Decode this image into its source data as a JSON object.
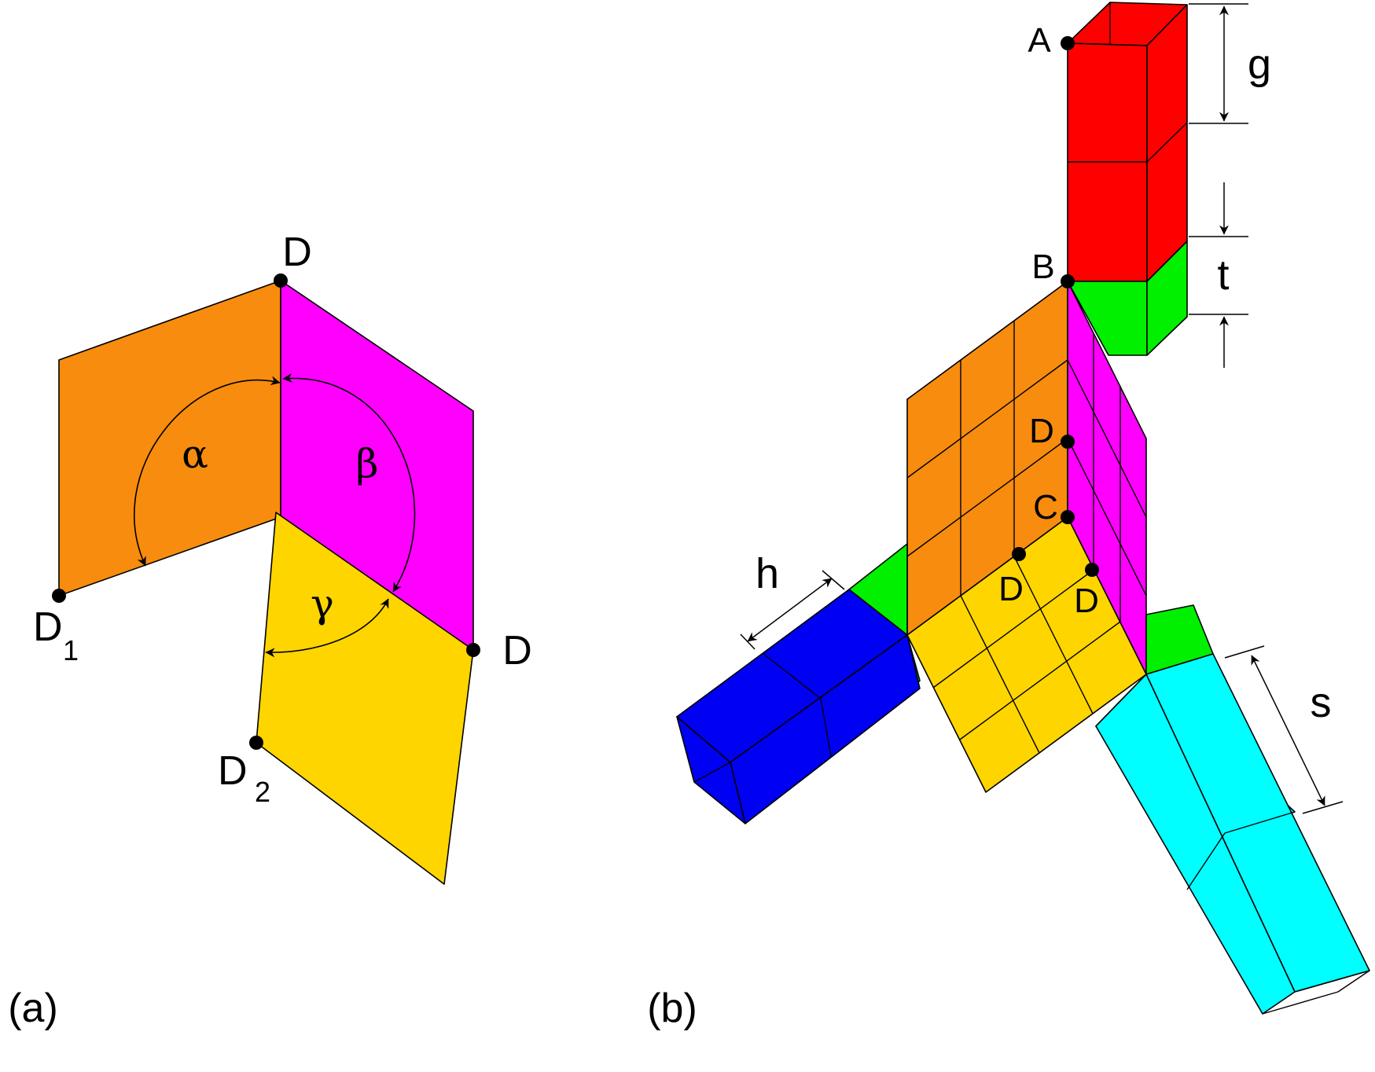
{
  "colors": {
    "orange": "#F78C0E",
    "magenta": "#FF00FF",
    "yellow": "#FFD500",
    "red": "#FF0000",
    "green": "#00F000",
    "blue": "#0000F2",
    "cyan": "#00FFFF"
  },
  "panel_a": {
    "label": "(a)",
    "points": {
      "top": "D",
      "right": "D",
      "d1_base": "D",
      "d1_sub": "1",
      "d2_base": "D",
      "d2_sub": "2"
    },
    "angles": {
      "alpha": "α",
      "beta": "β",
      "gamma": "γ"
    }
  },
  "panel_b": {
    "label": "(b)",
    "points": {
      "a": "A",
      "b": "B",
      "c": "C",
      "d_upper": "D",
      "d_left": "D",
      "d_right": "D"
    },
    "dimensions": {
      "g": "g",
      "t": "t",
      "h": "h",
      "s": "s"
    }
  }
}
